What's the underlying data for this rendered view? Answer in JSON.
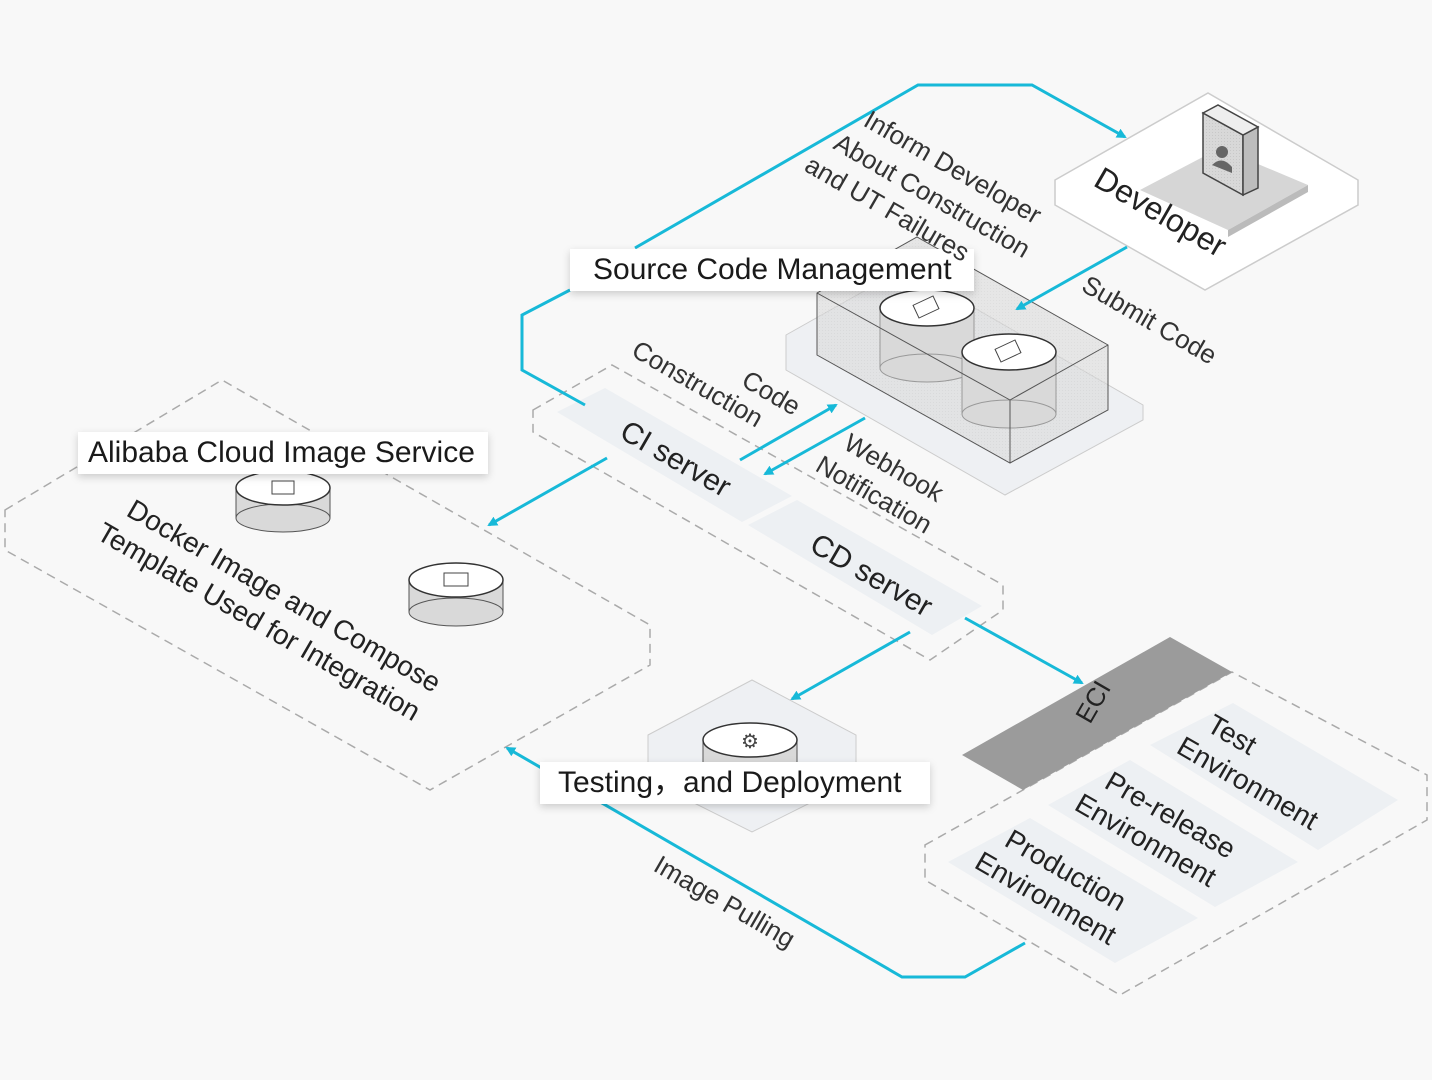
{
  "colors": {
    "flow": "#17b9d8",
    "eci": "#9b9b9b",
    "tile": "#edf0f3"
  },
  "developer": {
    "label": "Developer",
    "icon": "user-card-icon"
  },
  "scm": {
    "title": "Source Code Management",
    "icon": "code-repository-icon"
  },
  "flows": {
    "inform": [
      "Inform  Developer",
      "About Construction",
      "and UT Failures"
    ],
    "submit": "Submit Code",
    "construction": [
      "Code",
      "Construction"
    ],
    "webhook": [
      "Webhook",
      "Notification"
    ],
    "image_pulling": "Image Pulling"
  },
  "servers": {
    "ci": "CI server",
    "cd": "CD server"
  },
  "image_service": {
    "title": "Alibaba Cloud Image Service",
    "description": [
      "Docker Image and Compose",
      "Template Used for Integration"
    ]
  },
  "testing": {
    "title": "Testing，and Deployment",
    "icon": "gear-icon"
  },
  "eci": {
    "label": "ECI"
  },
  "environments": [
    [
      "Test",
      "Environment"
    ],
    [
      "Pre-release",
      "Environment"
    ],
    [
      "Production",
      "Environment"
    ]
  ]
}
